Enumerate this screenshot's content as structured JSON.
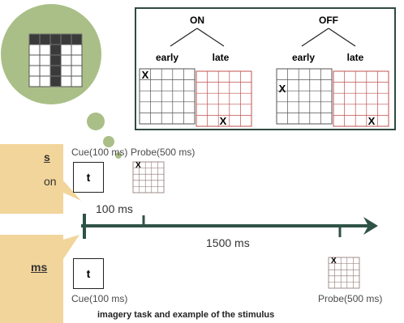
{
  "panel": {
    "on_label": "ON",
    "off_label": "OFF",
    "early_label": "early",
    "late_label": "late",
    "x_mark": "X"
  },
  "timeline": {
    "cue_top_label": "Cue(100 ms)",
    "probe_top_label": "Probe(500 ms)",
    "cue_letter_top": "t",
    "cue_letter_bottom": "t",
    "interval_short": "100 ms",
    "interval_long": "1500 ms",
    "cue_bottom_label": "Cue(100 ms)",
    "probe_bottom_label": "Probe(500 ms)",
    "probe_x": "X"
  },
  "callouts": {
    "upper_fragment_1": "s",
    "upper_fragment_2": "on",
    "lower_fragment": "ms"
  },
  "caption": "imagery task and example of the stimulus",
  "colors": {
    "cloud": "#a9bf87",
    "callout": "#f2d59a",
    "timeline": "#2f5247",
    "panel_border": "#2f4a3f",
    "late_grid": "#c05050"
  }
}
